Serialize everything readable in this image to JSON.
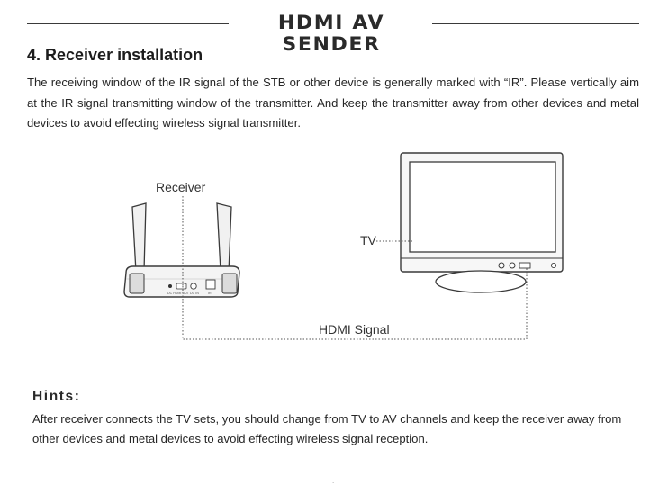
{
  "banner": {
    "title": "HDMI AV SENDER"
  },
  "section": {
    "heading": "4. Receiver installation",
    "intro": "The receiving window of the IR signal of the STB or other device is generally marked with “IR”. Please vertically aim at the IR signal transmitting window of the transmitter. And keep the transmitter away from other devices and metal devices to avoid effecting wireless signal transmitter."
  },
  "diagram": {
    "receiver_label": "Receiver",
    "tv_label": "TV",
    "signal_label": "HDMI Signal",
    "port_labels": [
      "DC HDMI OUT",
      "DC IN",
      "IR"
    ]
  },
  "hints": {
    "heading": "Hints:",
    "text": "After receiver connects the TV sets,  you should change from TV to AV channels and keep the receiver away from other devices and metal devices to avoid effecting wireless signal reception."
  },
  "footer": {
    "mark": "."
  },
  "colors": {
    "line": "#3a3a3a",
    "device_fill": "#f2f2f2",
    "text": "#262626"
  }
}
